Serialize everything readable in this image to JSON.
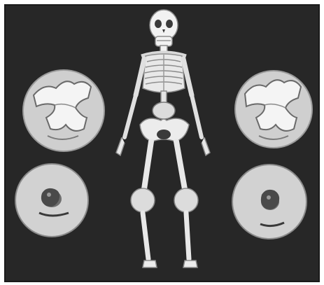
{
  "figure": {
    "caption": "",
    "background_color": "#272727",
    "frame_color": "#1a1a1a"
  },
  "illustration": {
    "subject": "skeleton-icon",
    "callouts": [
      {
        "side": "left",
        "kind": "bone-joint-closeup-icon"
      },
      {
        "side": "right",
        "kind": "bone-joint-closeup-icon"
      },
      {
        "side": "left",
        "kind": "joint-tissue-closeup-icon"
      },
      {
        "side": "right",
        "kind": "joint-tissue-closeup-icon"
      }
    ],
    "highlight_color": "#dcdcdc",
    "bone_color": "#f2f2f2"
  }
}
